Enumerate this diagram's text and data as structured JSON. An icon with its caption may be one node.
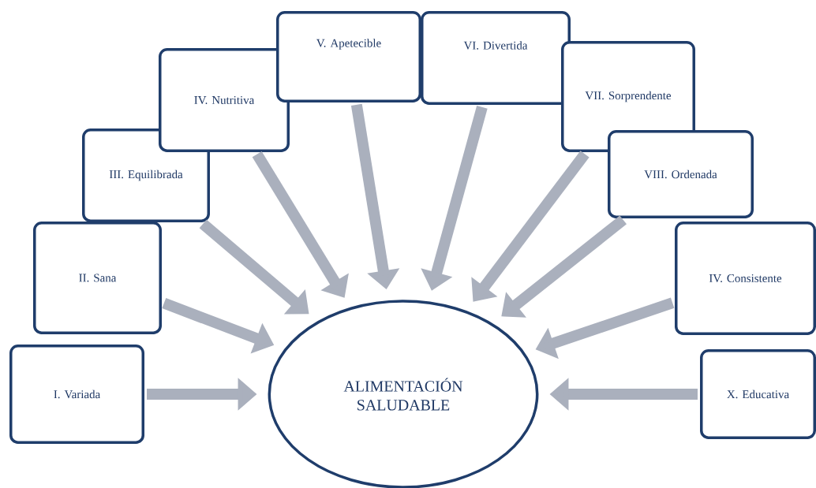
{
  "diagram": {
    "nodes": [
      {
        "text": [
          "I. Variada"
        ]
      },
      {
        "text": [
          "II. Sana"
        ]
      },
      {
        "text": [
          "III. Equilibrada"
        ]
      },
      {
        "text": [
          "IV. Nutritiva"
        ]
      },
      {
        "text": [
          "V. Apetecible"
        ]
      },
      {
        "text": [
          "VI. Divertida"
        ]
      },
      {
        "text": [
          "VII. Sorprendente"
        ]
      },
      {
        "text": [
          "VIII. Ordenada"
        ]
      },
      {
        "text": [
          "IV. Consistente"
        ]
      },
      {
        "text": [
          "X. Educativa"
        ]
      },
      {
        "text": [
          "ALIMENTACIÓN SALUDABLE"
        ]
      }
    ],
    "edges": [
      {
        "from": 0,
        "to": 10,
        "arrow": "to"
      },
      {
        "from": 1,
        "to": 10,
        "arrow": "to"
      },
      {
        "from": 2,
        "to": 10,
        "arrow": "to"
      },
      {
        "from": 3,
        "to": 10,
        "arrow": "to"
      },
      {
        "from": 4,
        "to": 10,
        "arrow": "to"
      },
      {
        "from": 5,
        "to": 10,
        "arrow": "to"
      },
      {
        "from": 6,
        "to": 10,
        "arrow": "to"
      },
      {
        "from": 7,
        "to": 10,
        "arrow": "to"
      },
      {
        "from": 8,
        "to": 10,
        "arrow": "to"
      },
      {
        "from": 9,
        "to": 10,
        "arrow": "to"
      }
    ]
  }
}
